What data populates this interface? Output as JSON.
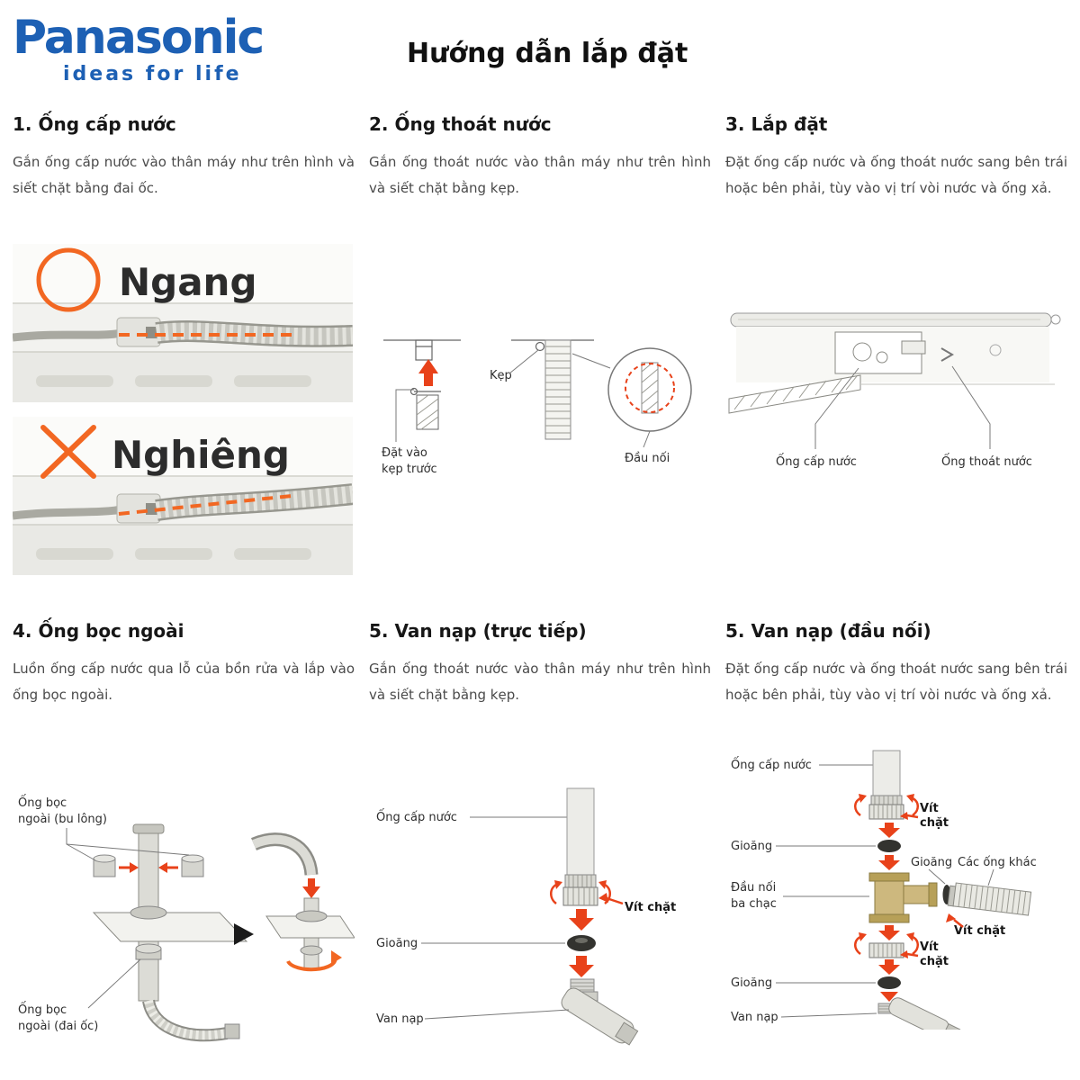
{
  "header": {
    "logo": "Panasonic",
    "tagline": "ideas for life",
    "title": "Hướng dẫn lắp đặt"
  },
  "colors": {
    "brand_blue": "#1d60b4",
    "mark_orange": "#f26722",
    "arrow_red": "#e8421a",
    "heading_text": "#161616",
    "body_text": "#4a4a4a"
  },
  "sections": [
    {
      "heading": "1. Ống cấp nước",
      "body": "Gắn ống cấp nước vào thân máy như trên hình và siết chặt bằng đai ốc.",
      "fig": {
        "ok": "Ngang",
        "bad": "Nghiêng"
      }
    },
    {
      "heading": "2. Ống thoát nước",
      "body": "Gắn ống thoát nước vào thân máy như trên hình và siết chặt bằng kẹp.",
      "fig": {
        "kep": "Kẹp",
        "dat_vao": "Đặt vào",
        "kep_truoc": "kẹp trước",
        "dau_noi": "Đầu nối"
      }
    },
    {
      "heading": "3. Lắp đặt",
      "body": "Đặt ống cấp nước và ống thoát nước sang bên trái hoặc bên phải, tùy vào vị trí vòi nước và ống xả.",
      "fig": {
        "supply": "Ống cấp nước",
        "drain": "Ống thoát nước"
      }
    },
    {
      "heading": "4. Ống bọc ngoài",
      "body": "Luồn ống cấp nước qua lỗ của bồn rửa và lắp vào ống bọc ngoài.",
      "fig": {
        "l1a": "Ống bọc",
        "l1b": "ngoài (bu lông)",
        "l2a": "Ống bọc",
        "l2b": "ngoài (đai ốc)"
      }
    },
    {
      "heading": "5. Van nạp (trực tiếp)",
      "body": "Gắn ống thoát nước vào thân máy như trên hình và siết chặt bằng kẹp.",
      "fig": {
        "supply": "Ống cấp nước",
        "gasket": "Gioăng",
        "valve": "Van nạp",
        "tighten": "Vít chặt"
      }
    },
    {
      "heading": "5. Van nạp (đầu nối)",
      "body": "Đặt ống cấp nước và ống thoát nước sang bên trái hoặc bên phải, tùy vào vị trí vòi nước và ống xả.",
      "fig": {
        "supply": "Ống cấp nước",
        "gasket1": "Gioăng",
        "tee1": "Đầu nối",
        "tee2": "ba chạc",
        "gasket3": "Gioăng",
        "valve": "Van nạp",
        "vit": "Vít",
        "chat": "chặt",
        "gasket_mid": "Gioăng",
        "other": "Các ống khác",
        "tighten_bold": "Vít chặt"
      }
    }
  ]
}
